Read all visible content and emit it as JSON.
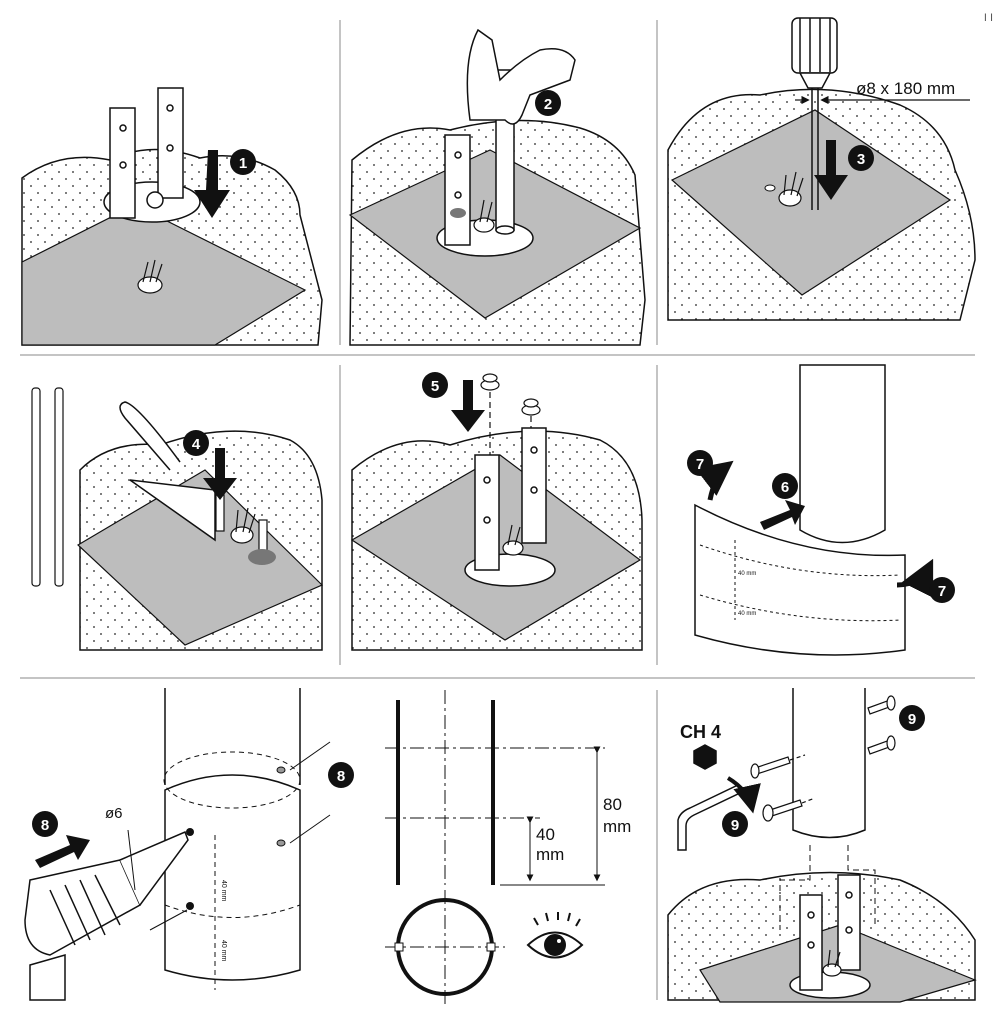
{
  "page_marker": "I I",
  "steps": {
    "s1": "1",
    "s2": "2",
    "s3": "3",
    "s4": "4",
    "s5": "5",
    "s6": "6",
    "s7": "7",
    "s8": "8",
    "s9": "9"
  },
  "drill": {
    "size_label": "ø8 x 180 mm"
  },
  "drill_small": {
    "size_label": "ø6"
  },
  "marks": {
    "m40a": "40 mm",
    "m40b": "40 mm",
    "sheet_m1": "40 mm",
    "sheet_m2": "40 mm"
  },
  "dimensions": {
    "d1_value": "40",
    "d1_unit": "mm",
    "d2_value": "80",
    "d2_unit": "mm"
  },
  "wrench": {
    "label": "CH 4"
  },
  "colors": {
    "concrete": "#bdbdbd",
    "line": "#111111",
    "badge": "#111111"
  }
}
